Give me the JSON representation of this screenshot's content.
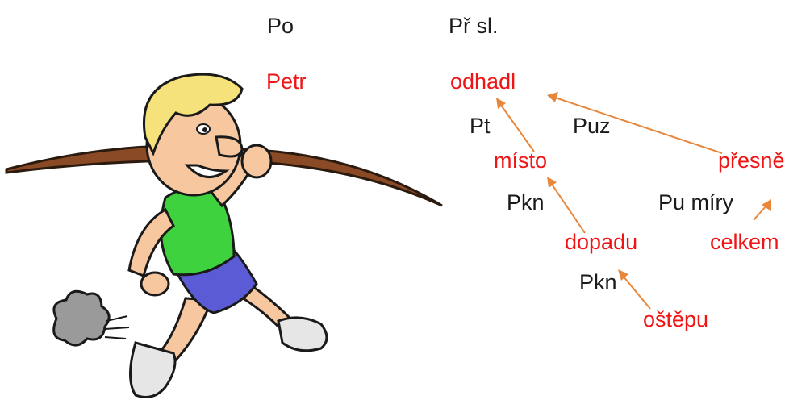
{
  "colors": {
    "word": "#f01414",
    "label": "#1a1a1a",
    "arrow": "#e8863a",
    "javelin": "#8a4a26",
    "skin": "#f7c8a0",
    "hair": "#f5e27a",
    "shirt": "#3ed23e",
    "shorts": "#5b5bd6",
    "shoe": "#e6e6e6",
    "dust": "#9a9a9a"
  },
  "header": {
    "subject": "Po",
    "predicate": "Př sl."
  },
  "words": {
    "petr": "Petr",
    "odhadl": "odhadl",
    "misto": "místo",
    "dopadu": "dopadu",
    "ostepu": "oštěpu",
    "presne": "přesně",
    "celkem": "celkem"
  },
  "relations": {
    "pt": "Pt",
    "puz": "Puz",
    "pkn1": "Pkn",
    "pu_miry": "Pu míry",
    "pkn2": "Pkn"
  },
  "illustration": {
    "icon": "javelin-thrower-icon"
  }
}
